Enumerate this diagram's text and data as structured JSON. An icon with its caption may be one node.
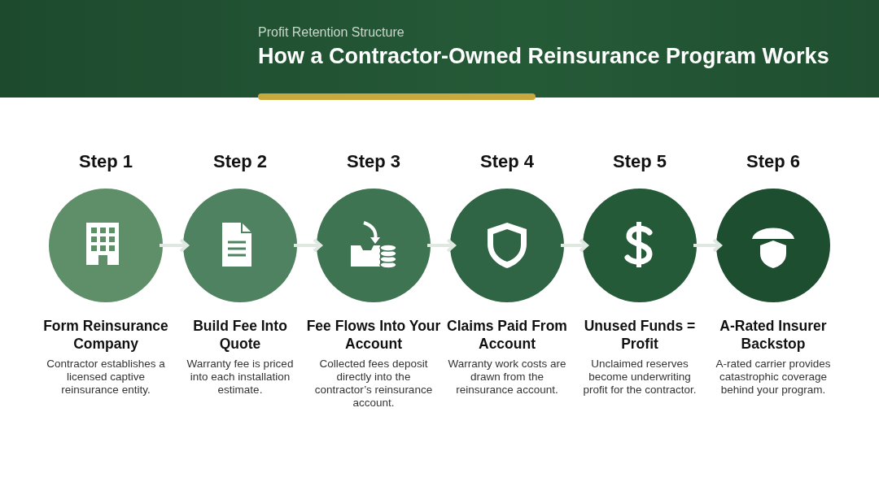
{
  "diagram": {
    "title": "How a Contractor-Owned Reinsurance Program Works",
    "nodes": [
      {
        "text": [],
        "shape": "circle",
        "beside": [
          "Step 1",
          "Form Reinsurance Company",
          "Contractor establishes a licensed captive reinsurance entity."
        ]
      },
      {
        "text": [],
        "shape": "circle",
        "beside": [
          "Step 2",
          "Build Fee Into Quote",
          "Warranty fee is priced into each installation estimate."
        ]
      },
      {
        "text": [],
        "shape": "circle",
        "beside": [
          "Step 3",
          "Fee Flows Into Your Account",
          "Collected fees deposit directly into the contractor’s reinsurance account."
        ]
      },
      {
        "text": [],
        "shape": "circle",
        "beside": [
          "Step 4",
          "Claims Paid From Account",
          "Warranty work costs are drawn from the reinsurance account."
        ]
      },
      {
        "text": [],
        "shape": "circle",
        "beside": [
          "Step 5",
          "Unused Funds = Profit",
          "Unclaimed reserves become underwriting profit for the contractor."
        ]
      },
      {
        "text": [],
        "shape": "circle",
        "beside": [
          "Step 6",
          "A-Rated Insurer Backstop",
          "A-rated carrier provides catastrophic coverage behind your program."
        ]
      }
    ],
    "edges": [
      {
        "from": 0,
        "to": 1,
        "arrow": "to"
      },
      {
        "from": 1,
        "to": 2,
        "arrow": "to"
      },
      {
        "from": 2,
        "to": 3,
        "arrow": "to"
      },
      {
        "from": 3,
        "to": 4,
        "arrow": "to"
      },
      {
        "from": 4,
        "to": 5,
        "arrow": "to"
      }
    ],
    "labels": [
      "Profit Retention Structure"
    ]
  }
}
